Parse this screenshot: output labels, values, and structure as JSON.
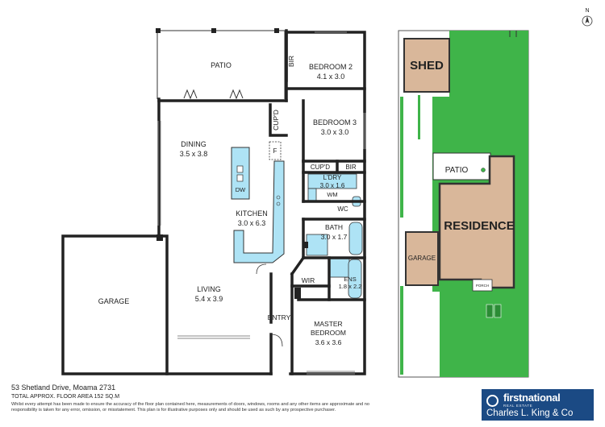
{
  "floorplan": {
    "rooms": {
      "patio": "PATIO",
      "bir_top": "BIR",
      "bedroom2_name": "BEDROOM 2",
      "bedroom2_size": "4.1 x 3.0",
      "cupd_left": "CUP'D",
      "bedroom3_name": "BEDROOM 3",
      "bedroom3_size": "3.0 x 3.0",
      "dining_name": "DINING",
      "dining_size": "3.5 x 3.8",
      "fridge": "F",
      "cupd_right": "CUP'D",
      "bir_right": "BIR",
      "ldry_name": "L'DRY",
      "ldry_size": "3.0 x 1.6",
      "wm": "WM",
      "dw": "DW",
      "wc": "WC",
      "kitchen_name": "KITCHEN",
      "kitchen_size": "3.0 x 6.3",
      "bath_name": "BATH",
      "bath_size": "3.0 x 1.7",
      "garage": "GARAGE",
      "living_name": "LIVING",
      "living_size": "5.4 x 3.9",
      "wir": "WIR",
      "ens_name": "ENS",
      "ens_size": "1.8 x 2.2",
      "entry": "ENTRY",
      "master_name1": "MASTER",
      "master_name2": "BEDROOM",
      "master_size": "3.6 x 3.6"
    }
  },
  "siteplan": {
    "shed": "SHED",
    "patio": "PATIO",
    "residence": "RESIDENCE",
    "garage": "GARAGE",
    "porch": "PORCH",
    "compass": "N"
  },
  "footer": {
    "address": "53 Shetland Drive, Moama 2731",
    "floor_area": "TOTAL APPROX. FLOOR AREA 152 SQ.M",
    "disclaimer": "Whilst every attempt has been made to ensure the accuracy of the floor plan contained here, measurements of doors, windows, rooms and any other items are approximate and no responsibility is taken for any error, omission, or misstatement. This plan is for illustrative purposes only and should be used as such by any prospective purchaser.",
    "brand_name": "firstnational",
    "brand_sub": "REAL ESTATE",
    "brand_agent": "Charles L. King & Co"
  },
  "colors": {
    "water": "#aee3f5",
    "wall": "#222222",
    "lawn": "#3fb449",
    "building": "#d9b79a",
    "brand": "#1b4a84"
  }
}
